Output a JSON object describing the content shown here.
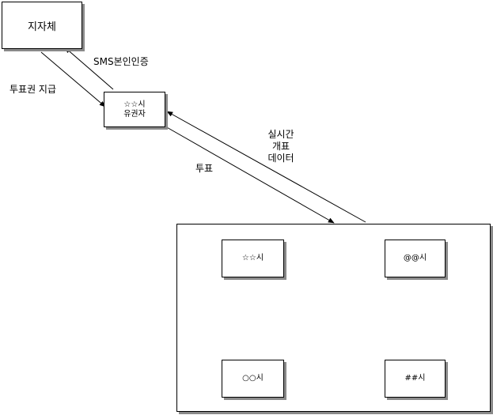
{
  "nodes": {
    "municipality": "지자체",
    "voter_line1": "☆☆시",
    "voter_line2": "유권자",
    "city_star": "☆☆시",
    "city_at": "@@시",
    "city_circle": "○○시",
    "city_hash": "##시"
  },
  "edges": {
    "sms_auth": "SMS본인인증",
    "issue_ticket": "투표권 지급",
    "vote": "투표",
    "realtime_line1": "실시간",
    "realtime_line2": "개표",
    "realtime_line3": "데이터"
  }
}
